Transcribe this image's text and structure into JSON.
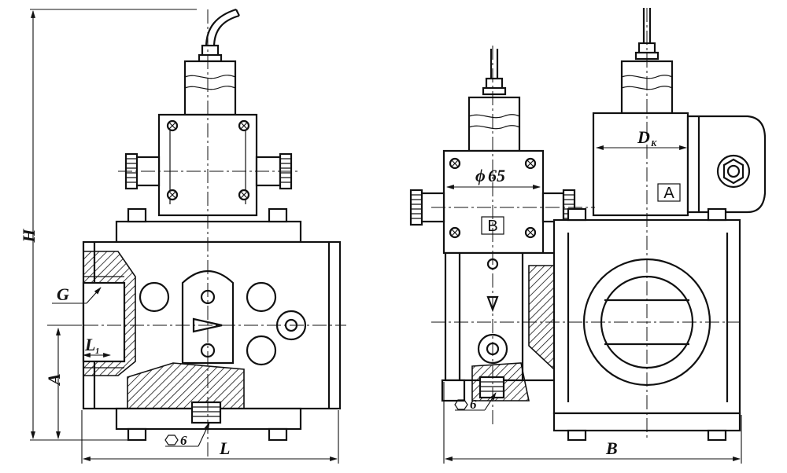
{
  "labels": {
    "H": "H",
    "G": "G",
    "L1": "L",
    "L1_sub": "1",
    "A": "A",
    "L": "L",
    "B": "B",
    "hex_left": "6",
    "hex_right": "6",
    "diameter": "65",
    "Dk": "D",
    "Dk_sub": "K",
    "box_B": "B",
    "box_A": "A"
  }
}
